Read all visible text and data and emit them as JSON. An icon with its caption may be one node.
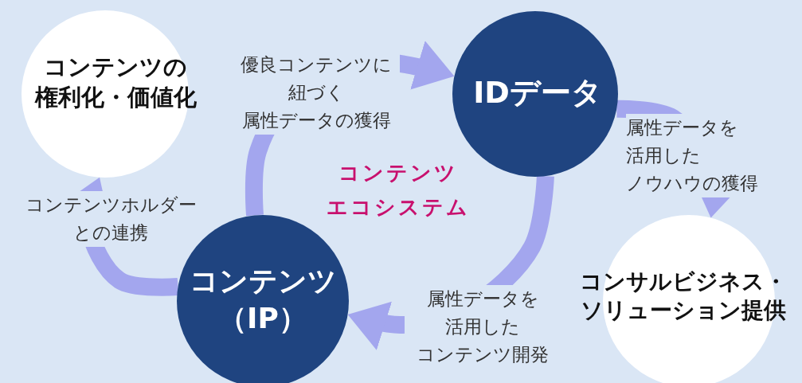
{
  "diagram": {
    "nodes": [
      {
        "text": [
          "コンテンツの権利化・価値化"
        ]
      },
      {
        "text": [
          "IDデータ"
        ]
      },
      {
        "text": [
          "コンサルビジネス・ソリューション提供"
        ]
      },
      {
        "text": [
          "コンテンツ（IP）"
        ]
      }
    ],
    "edges": [
      {
        "from": 3,
        "to": 1,
        "arrow": "to",
        "label": "優良コンテンツに紐づく属性データの獲得"
      },
      {
        "from": 1,
        "to": 2,
        "arrow": "to",
        "label": "属性データを活用したノウハウの獲得"
      },
      {
        "from": 1,
        "to": 3,
        "arrow": "to",
        "label": "属性データを活用したコンテンツ開発"
      },
      {
        "from": 3,
        "to": 0,
        "arrow": "to",
        "label": "コンテンツホルダーとの連携"
      }
    ],
    "labels": [
      "コンテンツエコシステム"
    ]
  }
}
